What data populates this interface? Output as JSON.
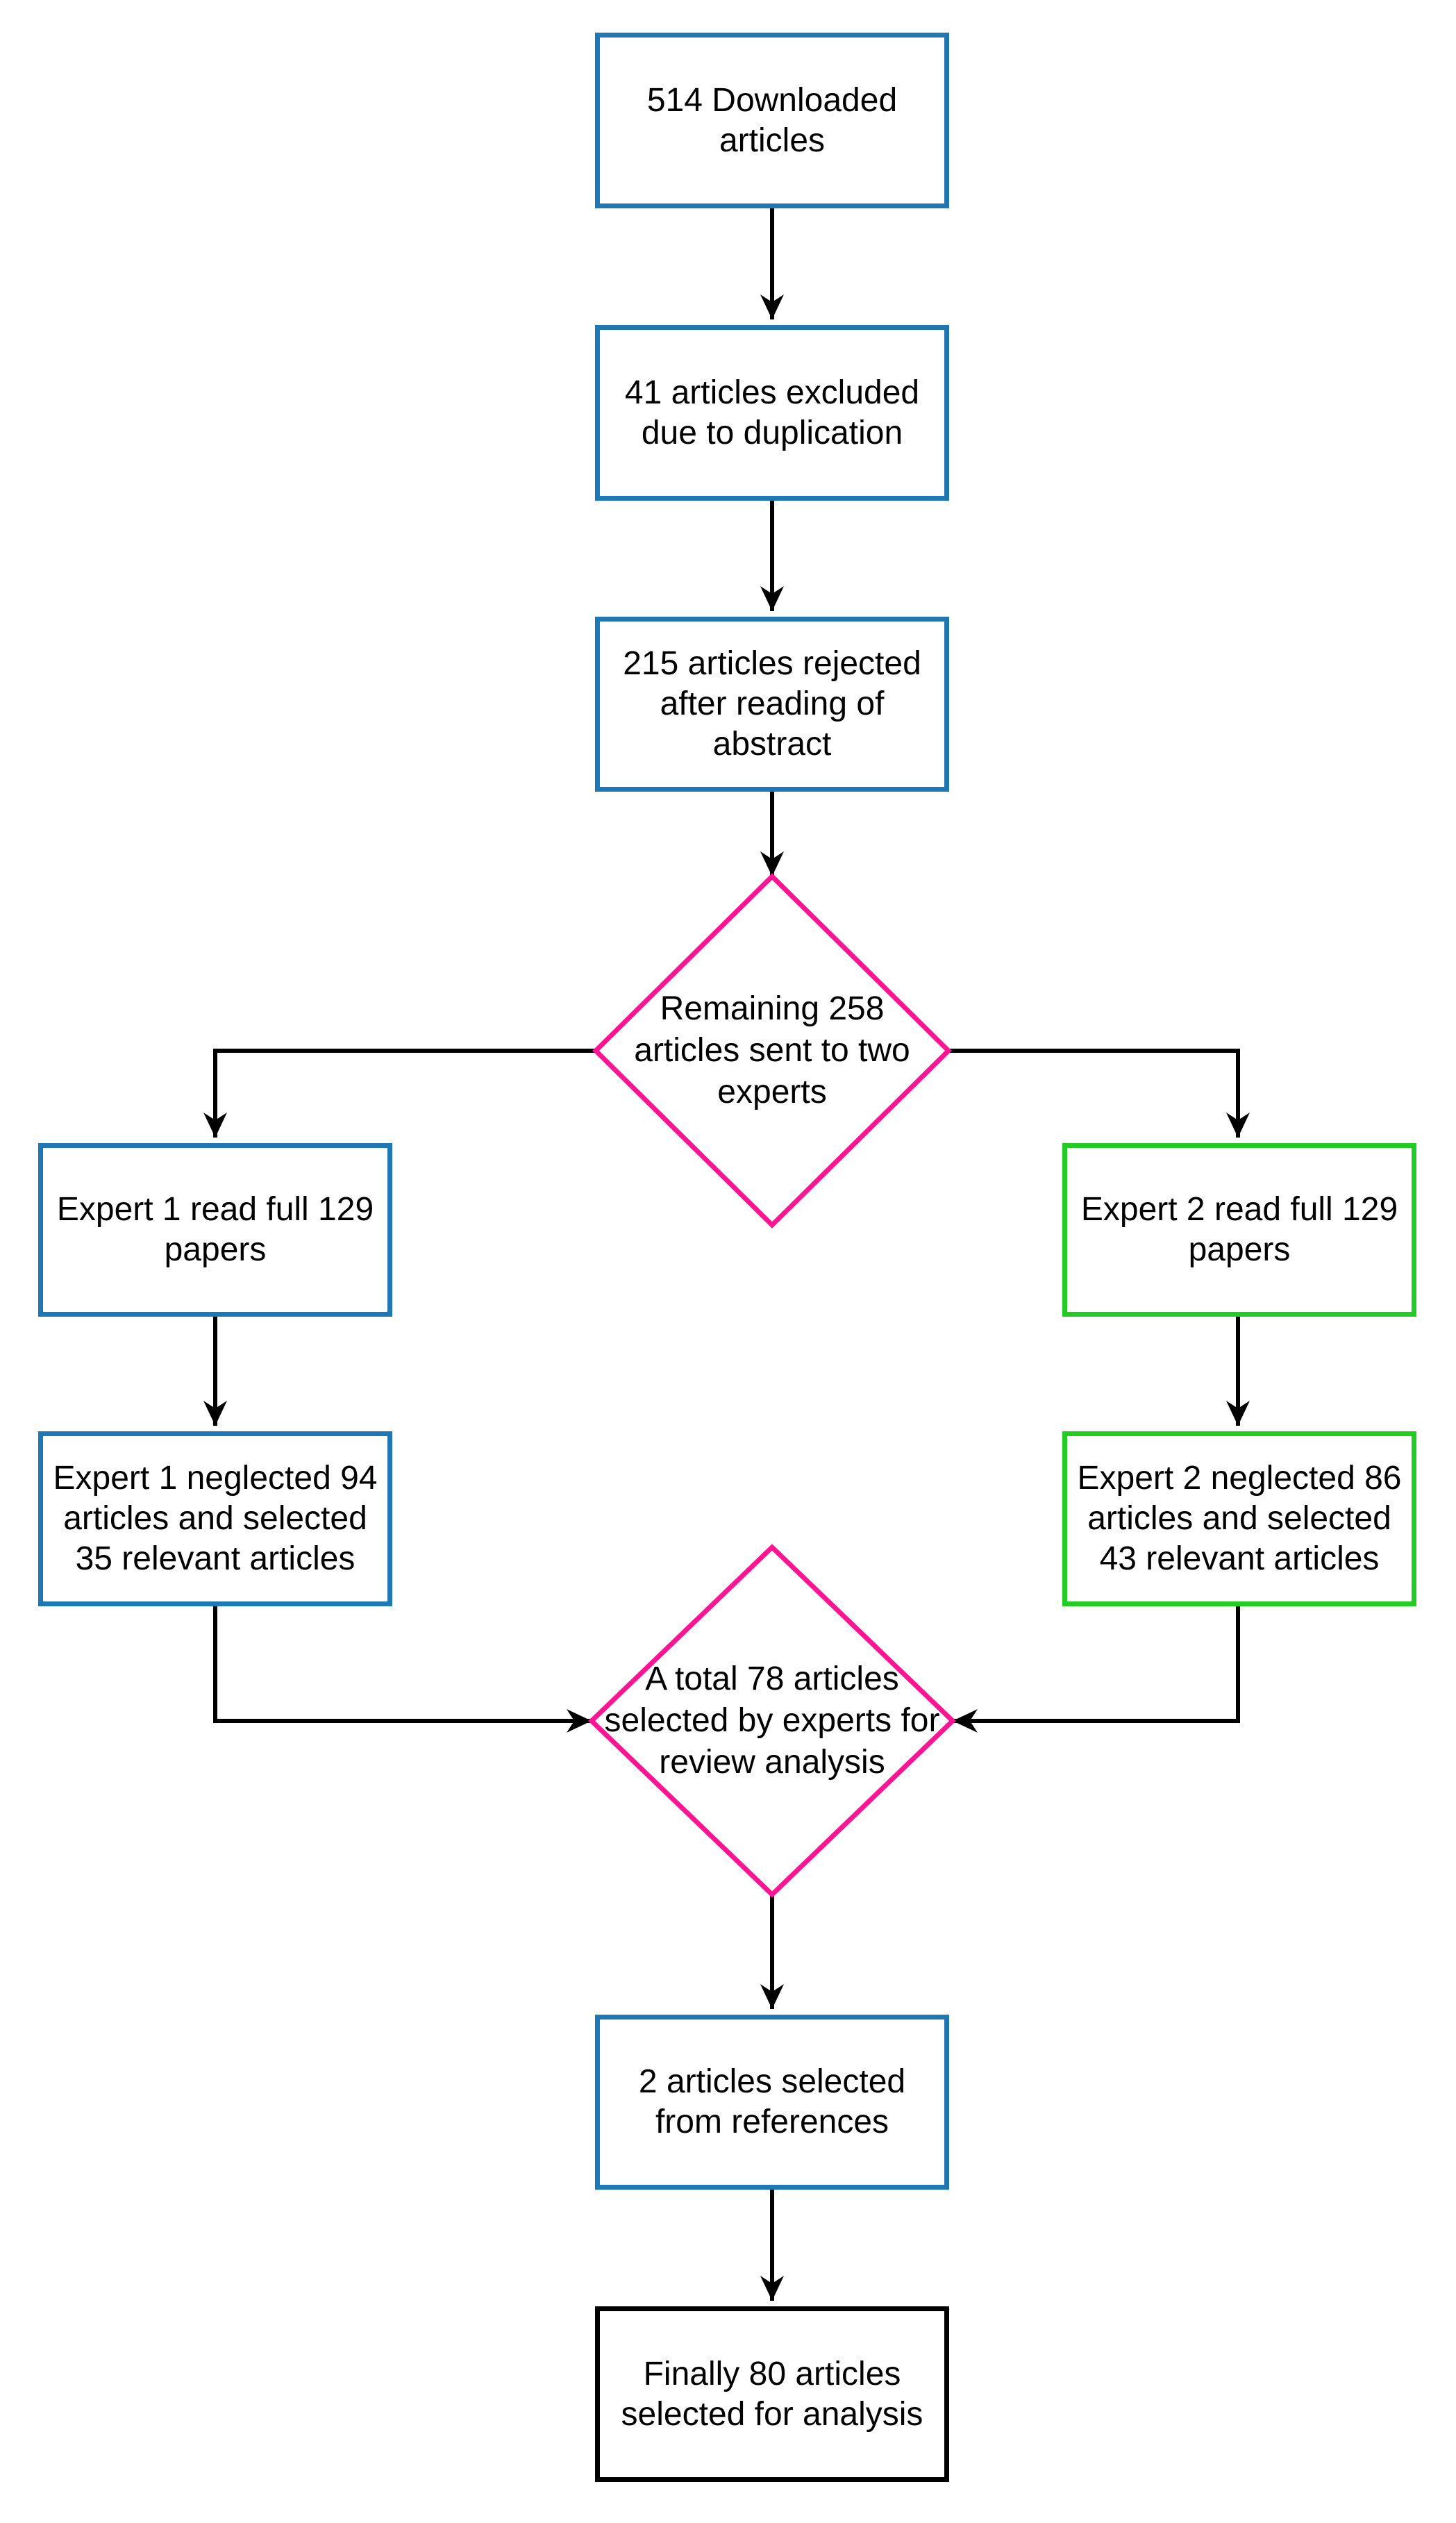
{
  "colors": {
    "blue": "#1f78b4",
    "green": "#22cc22",
    "pink": "#ff1493",
    "black": "#000000"
  },
  "nodes": {
    "downloaded": "514 Downloaded\narticles",
    "duplication": "41 articles excluded\ndue to duplication",
    "rejected_abstract": "215 articles rejected\nafter reading of\nabstract",
    "remaining": "Remaining 258\narticles sent to two\nexperts",
    "expert1_read": "Expert 1 read full 129\npapers",
    "expert2_read": "Expert 2 read full 129\npapers",
    "expert1_selected": "Expert 1 neglected 94\narticles and selected\n35 relevant articles",
    "expert2_selected": "Expert 2 neglected 86\narticles and selected\n43 relevant articles",
    "total_selected": "A total 78 articles\nselected by experts for\nreview analysis",
    "references": "2 articles selected\nfrom references",
    "final": "Finally 80 articles\nselected for analysis"
  }
}
